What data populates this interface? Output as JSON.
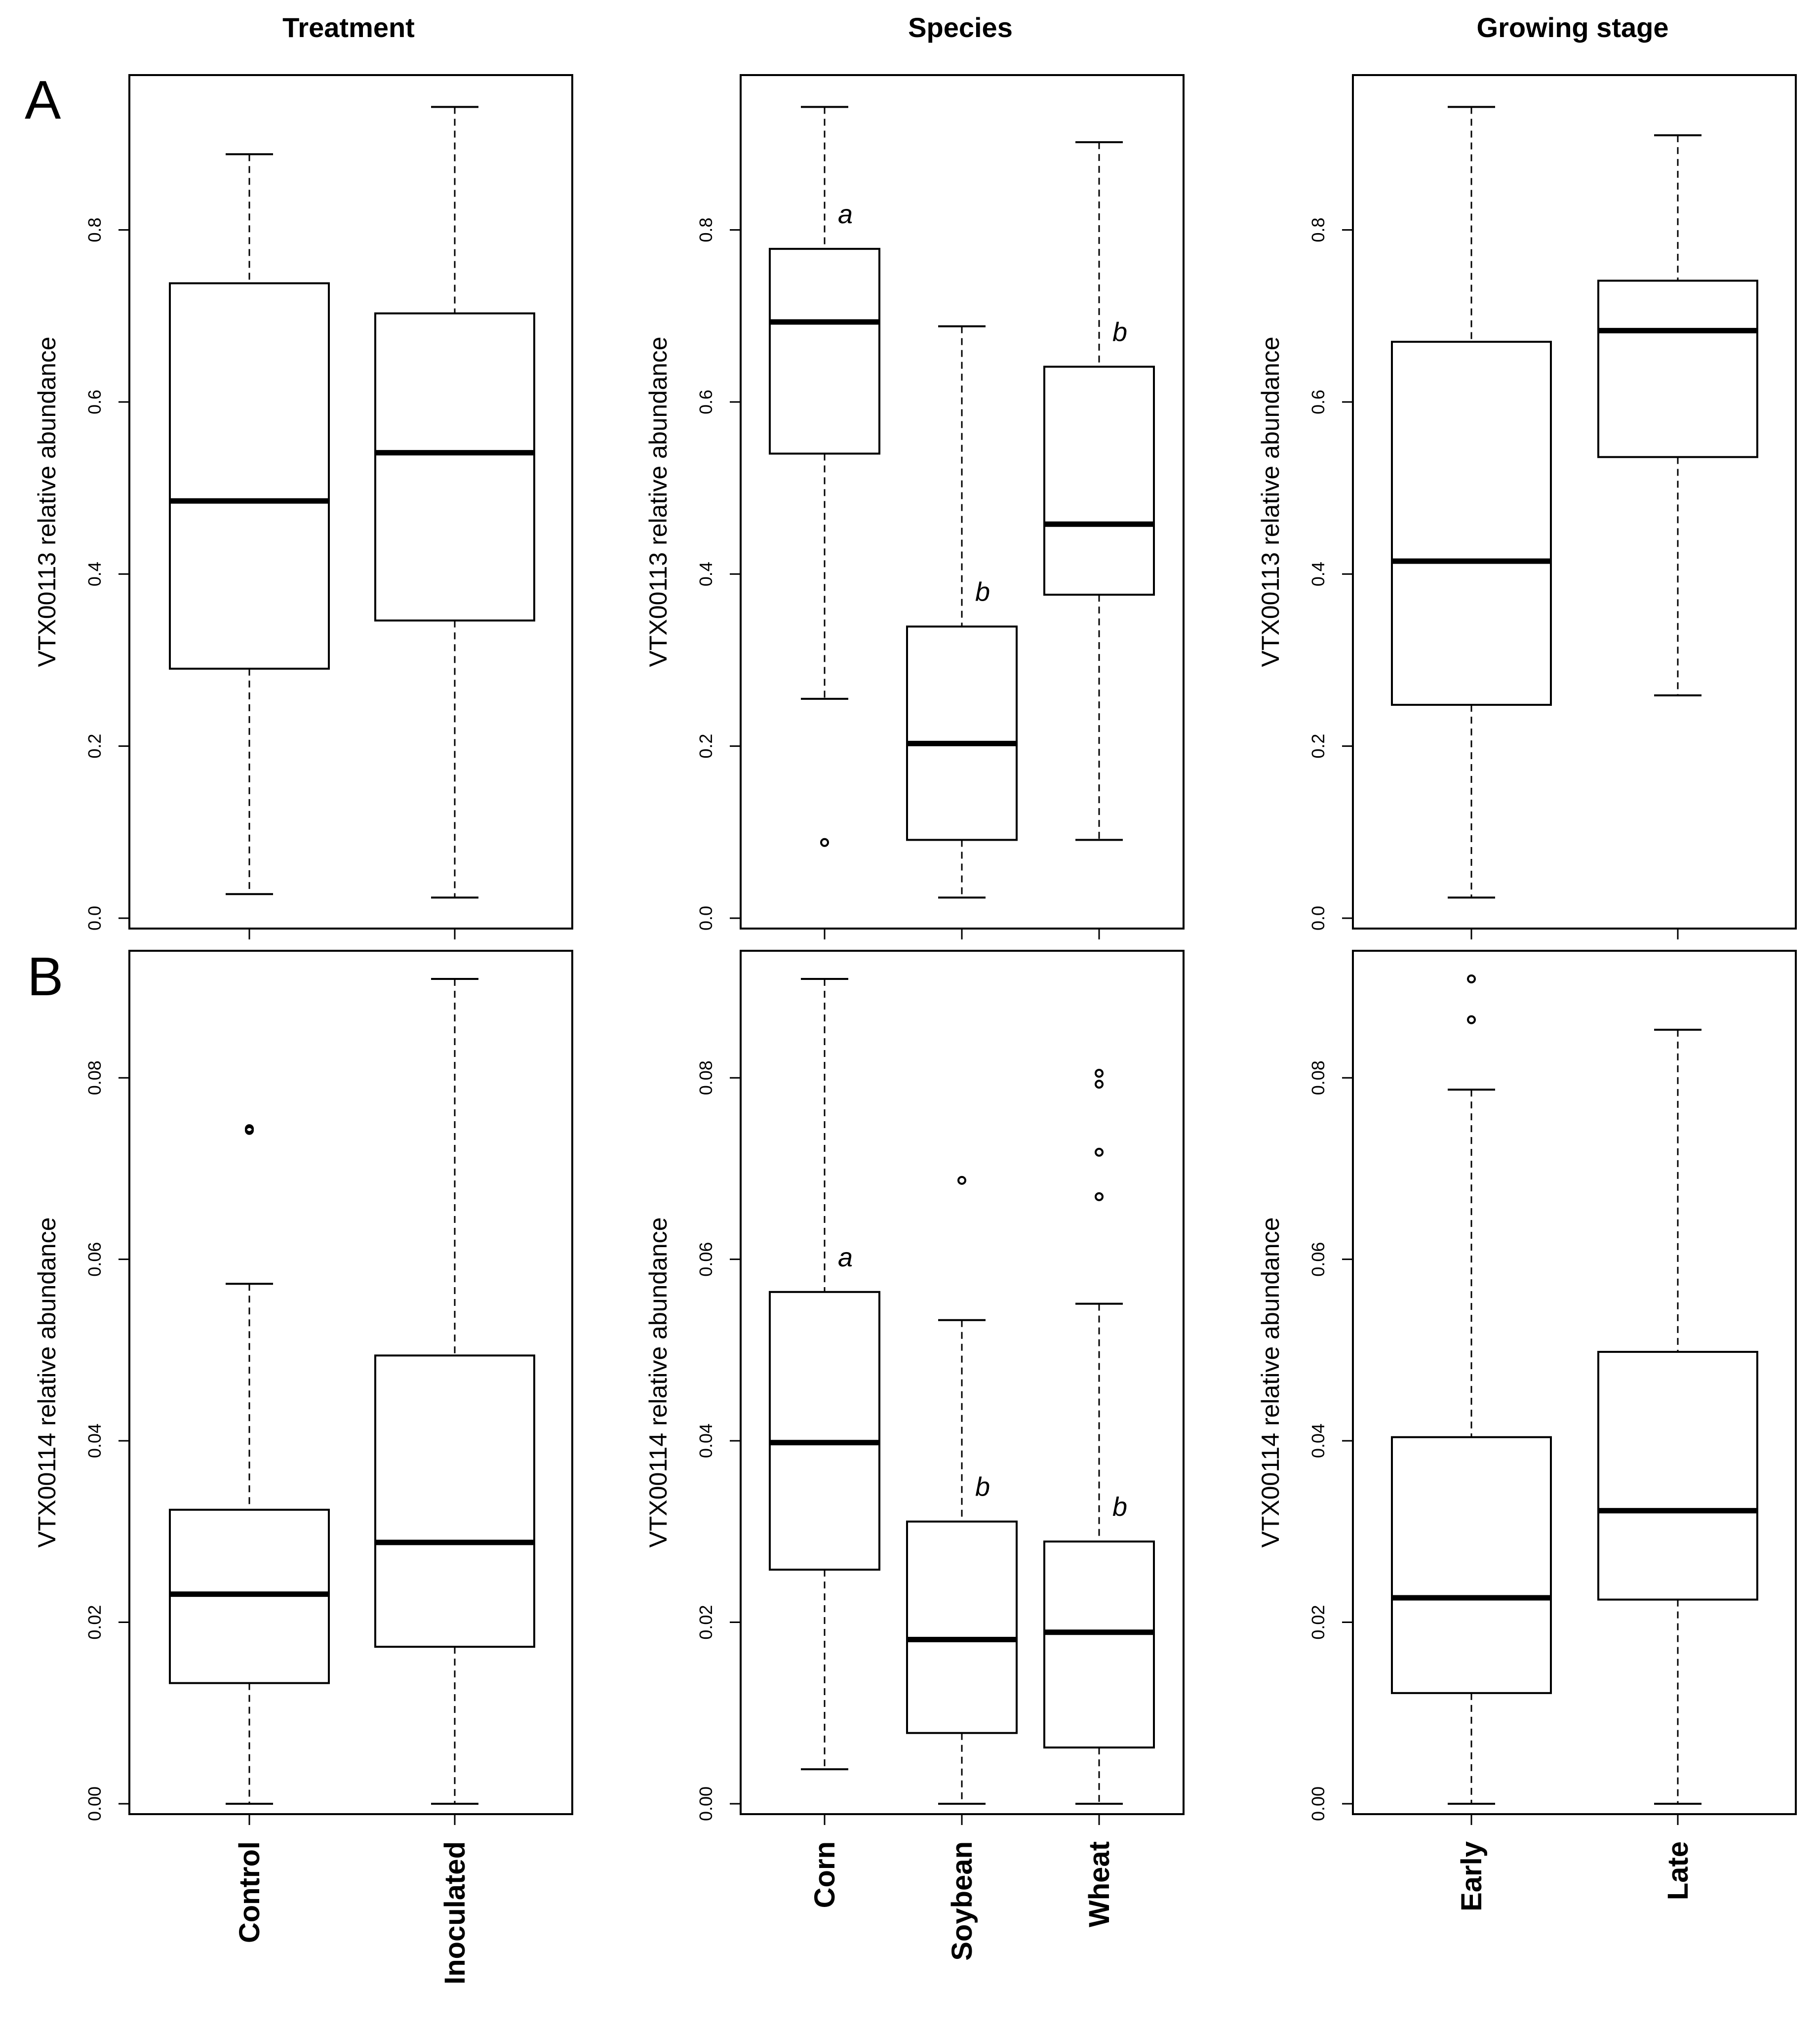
{
  "column_titles": [
    "Treatment",
    "Species",
    "Growing stage"
  ],
  "row_labels": [
    "A",
    "B"
  ],
  "chart_data": [
    {
      "id": "A1",
      "type": "box",
      "row": "A",
      "column_title": "Treatment",
      "ylabel": "VTX00113 relative abundance",
      "ylim": [
        0,
        0.98
      ],
      "yticks": [
        0.0,
        0.2,
        0.4,
        0.6,
        0.8
      ],
      "ytick_labels": [
        "0.0",
        "0.2",
        "0.4",
        "0.6",
        "0.8"
      ],
      "categories": [
        "Control",
        "Inoculated"
      ],
      "boxes": [
        {
          "category": "Control",
          "whisker_low": 0.028,
          "q1": 0.29,
          "median": 0.485,
          "q3": 0.738,
          "whisker_high": 0.888,
          "outliers": [],
          "annotation": ""
        },
        {
          "category": "Inoculated",
          "whisker_low": 0.024,
          "q1": 0.346,
          "median": 0.541,
          "q3": 0.703,
          "whisker_high": 0.943,
          "outliers": [],
          "annotation": ""
        }
      ]
    },
    {
      "id": "A2",
      "type": "box",
      "row": "A",
      "column_title": "Species",
      "ylabel": "VTX00113 relative abundance",
      "ylim": [
        0,
        0.98
      ],
      "yticks": [
        0.0,
        0.2,
        0.4,
        0.6,
        0.8
      ],
      "ytick_labels": [
        "0.0",
        "0.2",
        "0.4",
        "0.6",
        "0.8"
      ],
      "categories": [
        "Corn",
        "Soybean",
        "Wheat"
      ],
      "boxes": [
        {
          "category": "Corn",
          "whisker_low": 0.255,
          "q1": 0.54,
          "median": 0.693,
          "q3": 0.778,
          "whisker_high": 0.943,
          "outliers": [
            0.088
          ],
          "annotation": "a"
        },
        {
          "category": "Soybean",
          "whisker_low": 0.024,
          "q1": 0.091,
          "median": 0.203,
          "q3": 0.339,
          "whisker_high": 0.688,
          "outliers": [],
          "annotation": "b"
        },
        {
          "category": "Wheat",
          "whisker_low": 0.091,
          "q1": 0.376,
          "median": 0.458,
          "q3": 0.641,
          "whisker_high": 0.902,
          "outliers": [],
          "annotation": "b"
        }
      ]
    },
    {
      "id": "A3",
      "type": "box",
      "row": "A",
      "column_title": "Growing stage",
      "ylabel": "VTX00113 relative abundance",
      "ylim": [
        0,
        0.98
      ],
      "yticks": [
        0.0,
        0.2,
        0.4,
        0.6,
        0.8
      ],
      "ytick_labels": [
        "0.0",
        "0.2",
        "0.4",
        "0.6",
        "0.8"
      ],
      "categories": [
        "Early",
        "Late"
      ],
      "boxes": [
        {
          "category": "Early",
          "whisker_low": 0.024,
          "q1": 0.248,
          "median": 0.415,
          "q3": 0.67,
          "whisker_high": 0.943,
          "outliers": [],
          "annotation": ""
        },
        {
          "category": "Late",
          "whisker_low": 0.259,
          "q1": 0.536,
          "median": 0.683,
          "q3": 0.741,
          "whisker_high": 0.91,
          "outliers": [],
          "annotation": ""
        }
      ]
    },
    {
      "id": "B1",
      "type": "box",
      "row": "B",
      "column_title": "Treatment",
      "ylabel": "VTX00114 relative abundance",
      "ylim": [
        0,
        0.094
      ],
      "yticks": [
        0.0,
        0.02,
        0.04,
        0.06,
        0.08
      ],
      "ytick_labels": [
        "0.00",
        "0.02",
        "0.04",
        "0.06",
        "0.08"
      ],
      "categories": [
        "Control",
        "Inoculated"
      ],
      "boxes": [
        {
          "category": "Control",
          "whisker_low": 0.0,
          "q1": 0.0133,
          "median": 0.0231,
          "q3": 0.0324,
          "whisker_high": 0.0573,
          "outliers": [
            0.0742,
            0.0744
          ],
          "annotation": ""
        },
        {
          "category": "Inoculated",
          "whisker_low": 0.0,
          "q1": 0.0173,
          "median": 0.0288,
          "q3": 0.0494,
          "whisker_high": 0.0909,
          "outliers": [],
          "annotation": ""
        }
      ]
    },
    {
      "id": "B2",
      "type": "box",
      "row": "B",
      "column_title": "Species",
      "ylabel": "VTX00114 relative abundance",
      "ylim": [
        0,
        0.094
      ],
      "yticks": [
        0.0,
        0.02,
        0.04,
        0.06,
        0.08
      ],
      "ytick_labels": [
        "0.00",
        "0.02",
        "0.04",
        "0.06",
        "0.08"
      ],
      "categories": [
        "Corn",
        "Soybean",
        "Wheat"
      ],
      "boxes": [
        {
          "category": "Corn",
          "whisker_low": 0.0038,
          "q1": 0.0258,
          "median": 0.0398,
          "q3": 0.0564,
          "whisker_high": 0.0909,
          "outliers": [],
          "annotation": "a"
        },
        {
          "category": "Soybean",
          "whisker_low": 0.0,
          "q1": 0.0078,
          "median": 0.0181,
          "q3": 0.0311,
          "whisker_high": 0.0533,
          "outliers": [
            0.0687
          ],
          "annotation": "b"
        },
        {
          "category": "Wheat",
          "whisker_low": 0.0,
          "q1": 0.0062,
          "median": 0.0189,
          "q3": 0.0289,
          "whisker_high": 0.0551,
          "outliers": [
            0.0669,
            0.0718,
            0.0793,
            0.0805
          ],
          "annotation": "b"
        }
      ]
    },
    {
      "id": "B3",
      "type": "box",
      "row": "B",
      "column_title": "Growing stage",
      "ylabel": "VTX00114 relative abundance",
      "ylim": [
        0,
        0.094
      ],
      "yticks": [
        0.0,
        0.02,
        0.04,
        0.06,
        0.08
      ],
      "ytick_labels": [
        "0.00",
        "0.02",
        "0.04",
        "0.06",
        "0.08"
      ],
      "categories": [
        "Early",
        "Late"
      ],
      "boxes": [
        {
          "category": "Early",
          "whisker_low": 0.0,
          "q1": 0.0122,
          "median": 0.0227,
          "q3": 0.0404,
          "whisker_high": 0.0787,
          "outliers": [
            0.0864,
            0.0909
          ],
          "annotation": ""
        },
        {
          "category": "Late",
          "whisker_low": 0.0,
          "q1": 0.0225,
          "median": 0.0323,
          "q3": 0.0498,
          "whisker_high": 0.0853,
          "outliers": [],
          "annotation": ""
        }
      ]
    }
  ]
}
